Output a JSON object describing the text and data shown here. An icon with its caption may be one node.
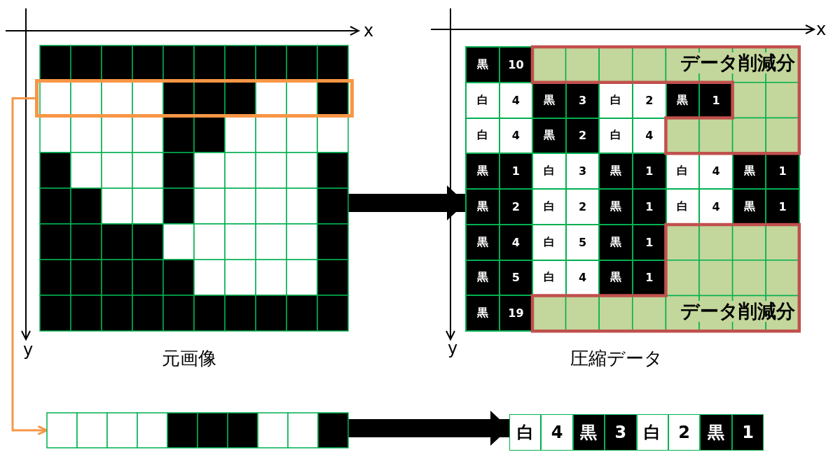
{
  "diagram": {
    "nodes": [
      {
        "text": [],
        "shape": "grid",
        "beside": [
          "元画像"
        ]
      },
      {
        "text": [],
        "shape": "box",
        "in": 0
      },
      {
        "text": [
          "黒",
          "10",
          "白",
          "4",
          "黒",
          "3",
          "白",
          "2",
          "黒",
          "1",
          "白",
          "4",
          "黒",
          "2",
          "白",
          "4",
          "黒",
          "1",
          "白",
          "3",
          "黒",
          "1",
          "白",
          "4",
          "黒",
          "1",
          "黒",
          "2",
          "白",
          "2",
          "黒",
          "1",
          "白",
          "4",
          "黒",
          "1",
          "黒",
          "4",
          "白",
          "5",
          "黒",
          "1",
          "黒",
          "5",
          "白",
          "4",
          "黒",
          "1",
          "黒",
          "19"
        ],
        "beside": [
          "圧縮データ"
        ]
      },
      {
        "text": [
          "データ削減分"
        ],
        "in": 2
      },
      {
        "text": [
          "データ削減分"
        ],
        "in": 2
      },
      {
        "text": [],
        "shape": "grid"
      },
      {
        "text": [
          "白",
          "4",
          "黒",
          "3",
          "白",
          "2",
          "黒",
          "1"
        ]
      }
    ],
    "edges": [
      {
        "from": 0,
        "to": 2,
        "arrow": "to"
      },
      {
        "from": 1,
        "to": 5,
        "arrow": "to",
        "color": "#f79646"
      },
      {
        "from": 5,
        "to": 6,
        "arrow": "to"
      }
    ],
    "labels": [
      "x",
      "y",
      "x",
      "y"
    ]
  }
}
